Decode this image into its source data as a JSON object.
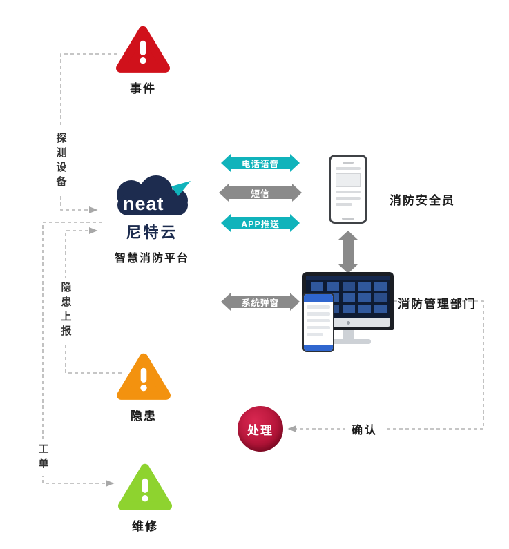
{
  "brand": {
    "logo_text": "neat",
    "name": "尼特云",
    "platform": "智慧消防平台"
  },
  "nodes": {
    "event": {
      "label": "事件",
      "color": "#d0111b"
    },
    "hazard": {
      "label": "隐患",
      "color": "#f3920f"
    },
    "repair": {
      "label": "维修",
      "color": "#8ed32f"
    },
    "officer": {
      "label": "消防安全员"
    },
    "department": {
      "label": "消防管理部门"
    },
    "handle": {
      "label": "处理",
      "color": "#a50d2f"
    }
  },
  "connectors": {
    "detect_device": "探测设备",
    "hazard_report": "隐患上报",
    "work_order": "工单",
    "confirm": "确认",
    "phone_voice": "电话语音",
    "sms": "短信",
    "app_push": "APP推送",
    "system_popup": "系统弹窗"
  },
  "colors": {
    "cyan": "#10b3bb",
    "gray": "#8a8a8a",
    "navy": "#1d2c4f",
    "dash": "#b3b3b3"
  }
}
